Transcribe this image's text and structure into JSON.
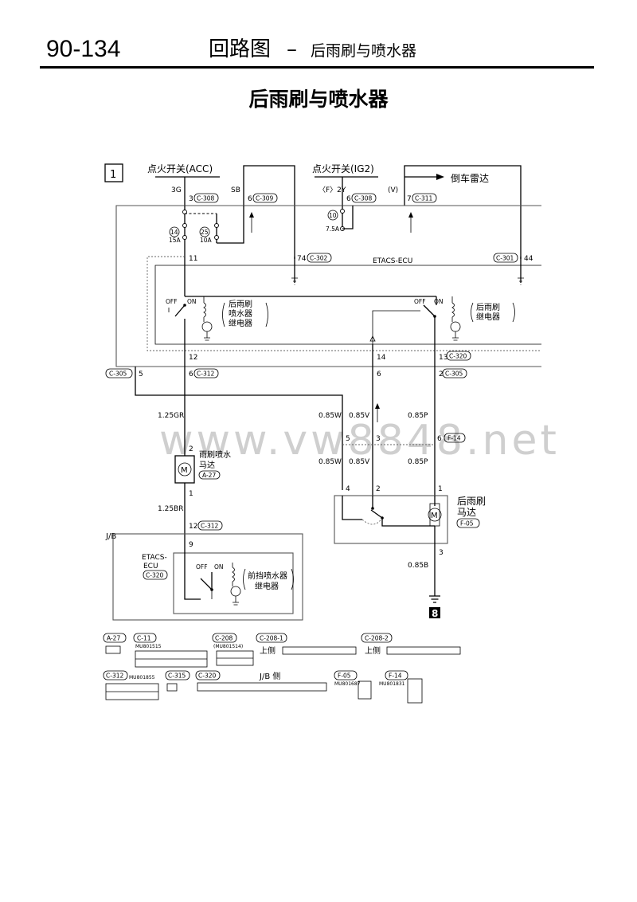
{
  "header": {
    "page_number": "90-134",
    "section": "回路图",
    "dash": "–",
    "subtitle": "后雨刷与喷水器"
  },
  "title": "后雨刷与喷水器",
  "watermark": "www.vw8848.net",
  "diagram": {
    "box_number": "1",
    "sources": {
      "acc": "点火开关(ACC)",
      "ig2": "点火开关(IG2)",
      "reverse_radar": "倒车雷达"
    },
    "top_pins": {
      "p3g": "3G",
      "sb": "SB",
      "f2y": "〈F〉2Y",
      "v": "(V)",
      "c308_a_pin": "3",
      "c308_a": "C-308",
      "c309_pin": "6",
      "c309": "C-309",
      "c308_b_pin": "6",
      "c308_b": "C-308",
      "c311_pin": "7",
      "c311": "C-311"
    },
    "fuses": {
      "f14_no": "14",
      "f14_amp": "15A",
      "f25_no": "25",
      "f25_amp": "10A",
      "f10_no": "10",
      "f10_amp": "7.5A"
    },
    "ecu": {
      "name": "ETACS-ECU",
      "pin11": "11",
      "pin74": "74",
      "c302": "C-302",
      "c301": "C-301",
      "pin44": "44",
      "off1": "OFF",
      "on1": "ON",
      "off2": "OFF",
      "on2": "ON",
      "relay1_l1": "后雨刷",
      "relay1_l2": "喷水器",
      "relay1_l3": "继电器",
      "relay2_l1": "后雨刷",
      "relay2_l2": "继电器",
      "pin12": "12",
      "pin14": "14",
      "pin13": "13",
      "c320": "C-320"
    },
    "mid_connectors": {
      "c305_left": "C-305",
      "pin5": "5",
      "pin6a": "6",
      "c312": "C-312",
      "pin6b": "6",
      "pin2": "2",
      "c305_right": "C-305"
    },
    "wires": {
      "w125gr": "1.25GR",
      "w085w_a": "0.85W",
      "w085v_a": "0.85V",
      "w085p_a": "0.85P",
      "w085w_b": "0.85W",
      "w085v_b": "0.85V",
      "w085p_b": "0.85P",
      "w125br": "1.25BR",
      "w085b": "0.85B"
    },
    "junction": {
      "pin5": "5",
      "pin3": "3",
      "pin6": "6",
      "f14": "F-14"
    },
    "washer_motor": {
      "pin2": "2",
      "pin1": "1",
      "l1": "雨刷喷水",
      "l2": "马达",
      "conn": "A-27"
    },
    "wiper_motor": {
      "pin4": "4",
      "pin2": "2",
      "pin1": "1",
      "pin3": "3",
      "l1": "后雨刷",
      "l2": "马达",
      "conn": "F-05"
    },
    "jb": {
      "label": "J/B",
      "pin12": "12",
      "c312": "C-312",
      "pin9": "9",
      "ecu_l1": "ETACS-",
      "ecu_l2": "ECU",
      "c320": "C-320",
      "off": "OFF",
      "on": "ON",
      "relay_l1": "前挡喷水器",
      "relay_l2": "继电器"
    },
    "ground": "8",
    "motor_symbol": "M"
  },
  "connectors": {
    "a27": "A-27",
    "c11": "C-11",
    "c11_code": "MU801515",
    "c208": "C-208",
    "c208_code": "(MU801514)",
    "c208_1": "C-208-1",
    "c208_2": "C-208-2",
    "upper_side_1": "上侧",
    "upper_side_2": "上侧",
    "c312": "C-312",
    "c312_code": "MU801855",
    "c315": "C-315",
    "c320": "C-320",
    "jb_side": "J/B 侧",
    "f05": "F-05",
    "f05_code": "MU801687",
    "f14": "F-14",
    "f14_code": "MU801831"
  }
}
